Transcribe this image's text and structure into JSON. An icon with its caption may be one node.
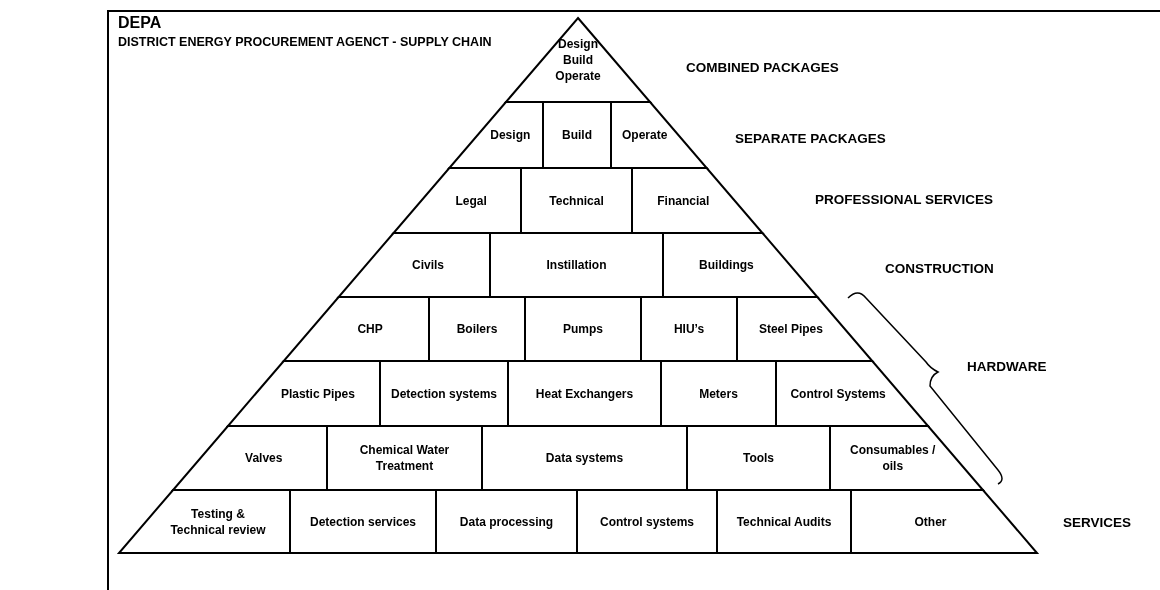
{
  "diagram": {
    "title": "DEPA",
    "nodes": [
      {
        "text": [
          "Design Build Operate"
        ]
      },
      {
        "text": [
          "Design"
        ]
      },
      {
        "text": [
          "Build"
        ]
      },
      {
        "text": [
          "Operate"
        ]
      },
      {
        "text": [
          "Legal"
        ]
      },
      {
        "text": [
          "Technical"
        ]
      },
      {
        "text": [
          "Financial"
        ]
      },
      {
        "text": [
          "Civils"
        ]
      },
      {
        "text": [
          "Instillation"
        ]
      },
      {
        "text": [
          "Buildings"
        ]
      },
      {
        "text": [
          "CHP"
        ]
      },
      {
        "text": [
          "Boilers"
        ]
      },
      {
        "text": [
          "Pumps"
        ]
      },
      {
        "text": [
          "HIU’s"
        ]
      },
      {
        "text": [
          "Steel Pipes"
        ]
      },
      {
        "text": [
          "Plastic Pipes"
        ]
      },
      {
        "text": [
          "Detection systems"
        ]
      },
      {
        "text": [
          "Heat Exchangers"
        ]
      },
      {
        "text": [
          "Meters"
        ]
      },
      {
        "text": [
          "Control Systems"
        ]
      },
      {
        "text": [
          "Valves"
        ]
      },
      {
        "text": [
          "Chemical Water Treatment"
        ]
      },
      {
        "text": [
          "Data systems"
        ]
      },
      {
        "text": [
          "Tools"
        ]
      },
      {
        "text": [
          "Consumables / oils"
        ]
      },
      {
        "text": [
          "Testing & Technical review"
        ]
      },
      {
        "text": [
          "Detection services"
        ]
      },
      {
        "text": [
          "Data processing"
        ]
      },
      {
        "text": [
          "Control systems"
        ]
      },
      {
        "text": [
          "Technical Audits"
        ]
      },
      {
        "text": [
          "Other"
        ]
      }
    ],
    "labels": [
      "DISTRICT ENERGY PROCUREMENT AGENCT - SUPPLY CHAIN",
      "COMBINED PACKAGES",
      "SEPARATE PACKAGES",
      "PROFESSIONAL SERVICES",
      "CONSTRUCTION",
      "HARDWARE",
      "SERVICES"
    ]
  }
}
